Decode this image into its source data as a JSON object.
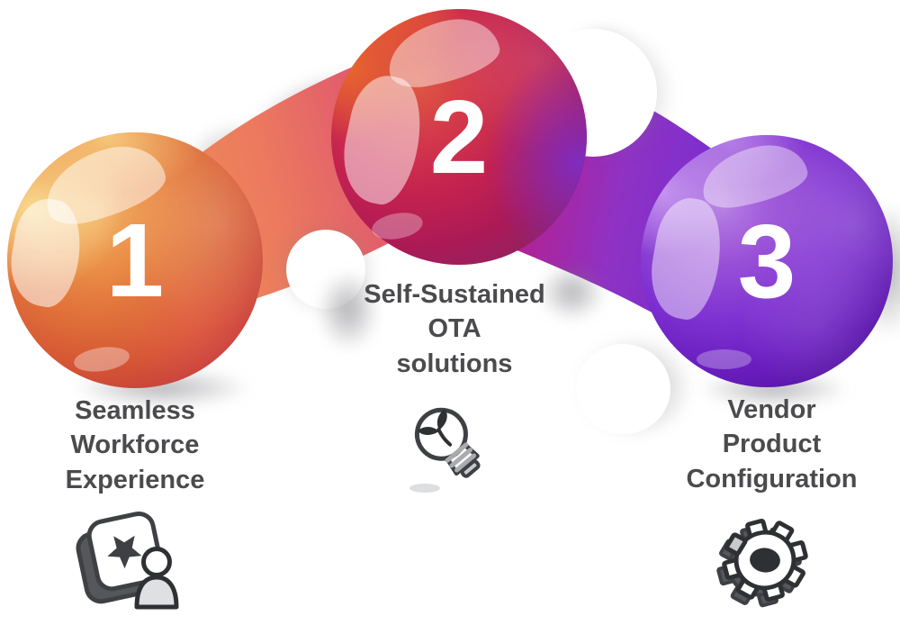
{
  "infographic": {
    "type": "three-step numbered sphere process diagram",
    "background_color": "#ffffff",
    "text_color": "#4b4b4e",
    "steps": [
      {
        "number": "1",
        "lines": [
          "Seamless",
          "Workforce",
          "Experience"
        ],
        "icon": "person-star-badge-icon",
        "sphere_colors": {
          "light": "#f9e3a0",
          "mid": "#e2763b",
          "dark": "#b5313f"
        }
      },
      {
        "number": "2",
        "lines": [
          "Self-Sustained",
          "OTA",
          "solutions"
        ],
        "icon": "lightbulb-sprout-icon",
        "sphere_colors": {
          "light": "#ea6c28",
          "mid": "#c4224f",
          "dark": "#812b77"
        }
      },
      {
        "number": "3",
        "lines": [
          "Vendor",
          "Product",
          "Configuration"
        ],
        "icon": "gear-icon",
        "sphere_colors": {
          "light": "#d0aaf5",
          "mid": "#8033d2",
          "dark": "#470d8c"
        }
      }
    ],
    "connector_colors": {
      "one_to_two": [
        "#ec9156",
        "#ec7a5e",
        "#d44c86"
      ],
      "two_to_three": [
        "#b5208f",
        "#8f32c4",
        "#6e2bd6"
      ]
    },
    "icon_stroke_color": "#3f4043"
  }
}
